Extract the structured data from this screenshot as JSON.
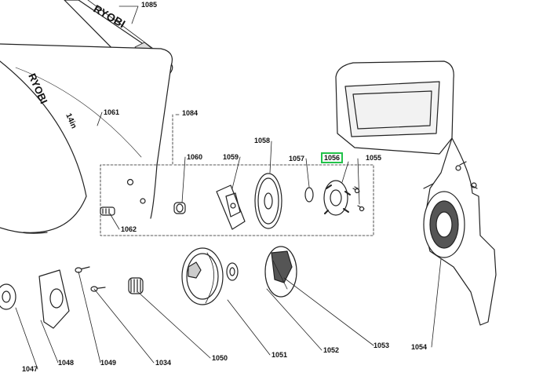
{
  "diagram": {
    "brand_text": "RYOBI",
    "bar_text": "14in",
    "highlighted_part": "1056",
    "accent_color": "#22c24a",
    "line_color": "#222222",
    "parts": [
      {
        "id": "p1085",
        "number": "1085"
      },
      {
        "id": "p1061",
        "number": "1061"
      },
      {
        "id": "p1084",
        "number": "1084"
      },
      {
        "id": "p1060",
        "number": "1060"
      },
      {
        "id": "p1059",
        "number": "1059"
      },
      {
        "id": "p1058",
        "number": "1058"
      },
      {
        "id": "p1057",
        "number": "1057"
      },
      {
        "id": "p1056",
        "number": "1056"
      },
      {
        "id": "p1055",
        "number": "1055"
      },
      {
        "id": "p1062",
        "number": "1062"
      },
      {
        "id": "p1047",
        "number": "1047"
      },
      {
        "id": "p1048",
        "number": "1048"
      },
      {
        "id": "p1049",
        "number": "1049"
      },
      {
        "id": "p1034",
        "number": "1034"
      },
      {
        "id": "p1050",
        "number": "1050"
      },
      {
        "id": "p1051",
        "number": "1051"
      },
      {
        "id": "p1052",
        "number": "1052"
      },
      {
        "id": "p1053",
        "number": "1053"
      },
      {
        "id": "p1054",
        "number": "1054"
      }
    ]
  }
}
